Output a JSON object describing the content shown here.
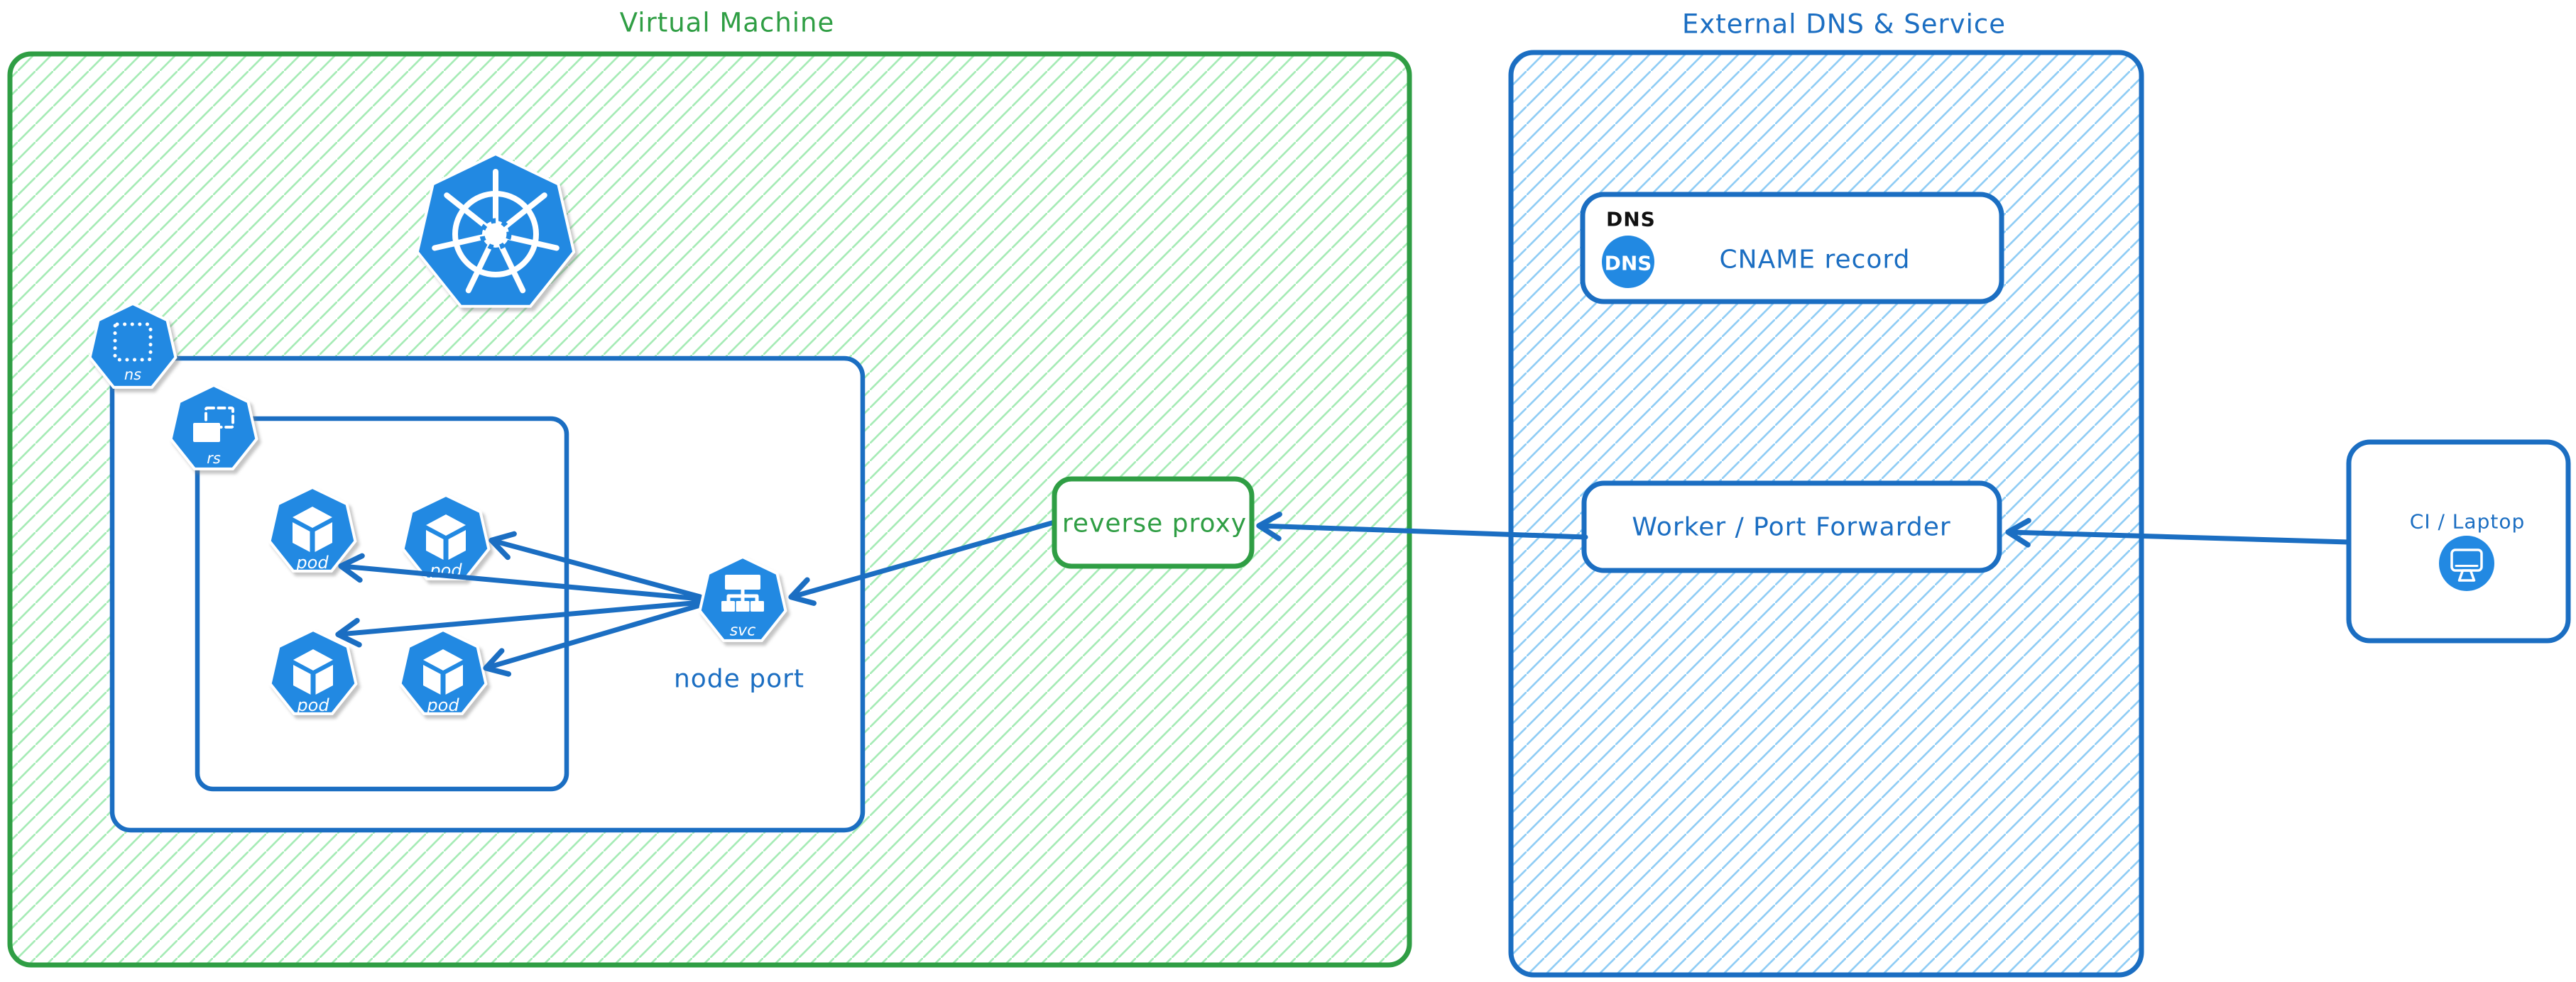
{
  "colors": {
    "green_stroke": "#2f9e44",
    "green_hatch": "#a6ebb6",
    "blue_stroke": "#1b6ec2",
    "blue_hatch": "#90cdf5",
    "icon_blue": "#2289e2",
    "ink_black": "#111111",
    "white": "#ffffff"
  },
  "vm_region": {
    "title": "Virtual Machine",
    "namespace_icon": {
      "label": "ns"
    },
    "replicaset_icon": {
      "label": "rs"
    },
    "pods": [
      {
        "label": "pod"
      },
      {
        "label": "pod"
      },
      {
        "label": "pod"
      },
      {
        "label": "pod"
      }
    ],
    "service_icon": {
      "label": "svc"
    },
    "service_caption": "node port"
  },
  "reverse_proxy": {
    "label": "reverse proxy"
  },
  "external_region": {
    "title": "External DNS & Service",
    "dns_card": {
      "corner_label": "DNS",
      "badge_label": "DNS",
      "label": "CNAME record"
    },
    "worker_card": {
      "label": "Worker / Port Forwarder"
    }
  },
  "ci_card": {
    "label": "CI / Laptop"
  },
  "icons": {
    "kubernetes_logo": "kubernetes-wheel-icon",
    "namespace": "namespace-icon",
    "replicaset": "replicaset-icon",
    "pod": "pod-cube-icon",
    "service": "service-tree-icon",
    "dns_badge": "dns-circle-icon",
    "monitor": "monitor-icon"
  }
}
